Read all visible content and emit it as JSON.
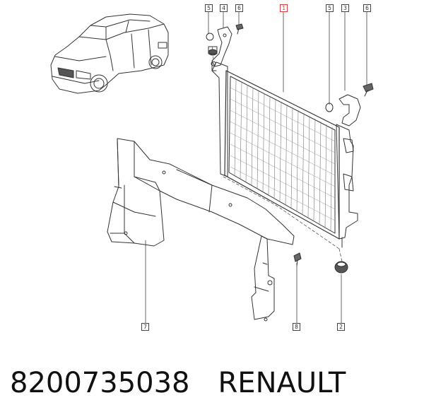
{
  "callouts": {
    "c5a": "5",
    "c4": "4",
    "c6a": "6",
    "c1": "1",
    "c5b": "5",
    "c3": "3",
    "c6b": "6",
    "c7": "7",
    "c8": "8",
    "c2": "2"
  },
  "caption": {
    "part_number": "8200735038",
    "brand": "RENAULT"
  },
  "colors": {
    "line": "#333333",
    "highlight": "#e23b3b"
  }
}
